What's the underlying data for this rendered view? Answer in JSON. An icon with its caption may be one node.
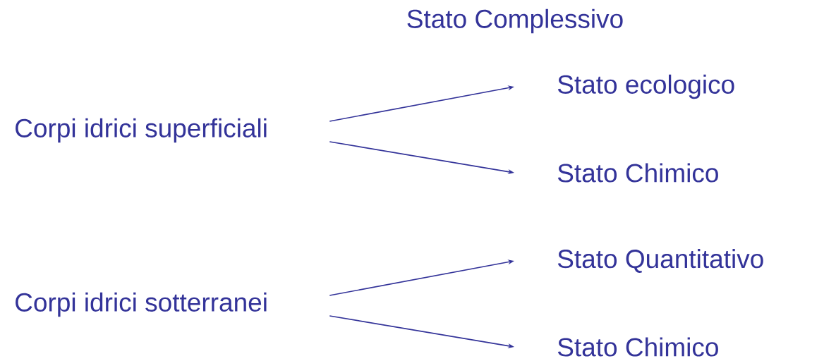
{
  "diagram": {
    "title": "Stato Complessivo",
    "nodes": [
      {
        "text": [
          "Corpi idrici superficiali"
        ]
      },
      {
        "text": [
          "Stato ecologico"
        ]
      },
      {
        "text": [
          "Stato Chimico"
        ]
      },
      {
        "text": [
          "Corpi idrici sotterranei"
        ]
      },
      {
        "text": [
          "Stato Quantitativo"
        ]
      },
      {
        "text": [
          "Stato Chimico"
        ]
      }
    ],
    "edges": [
      {
        "from": 0,
        "to": 1,
        "arrow": "to"
      },
      {
        "from": 0,
        "to": 2,
        "arrow": "to"
      },
      {
        "from": 3,
        "to": 4,
        "arrow": "to"
      },
      {
        "from": 3,
        "to": 5,
        "arrow": "to"
      }
    ]
  }
}
